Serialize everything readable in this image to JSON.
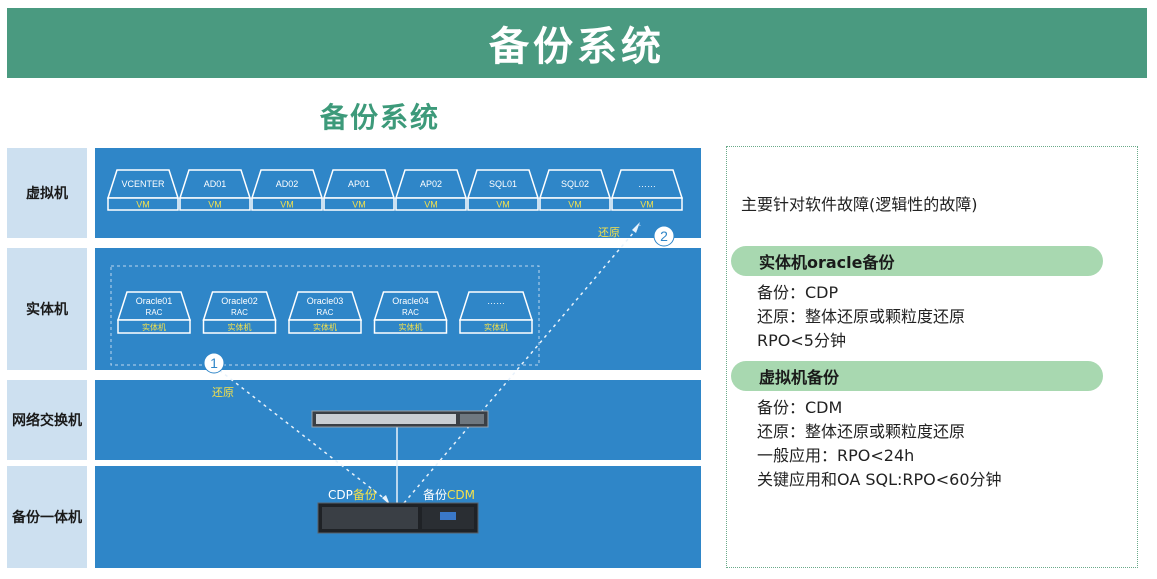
{
  "banner_title": "备份系统",
  "subtitle": "备份系统",
  "rows": [
    {
      "label": "虚拟机"
    },
    {
      "label": "实体机"
    },
    {
      "label": "网络交换机"
    },
    {
      "label": "备份一体机"
    }
  ],
  "vms": [
    {
      "name": "VCENTER",
      "tag": "VM"
    },
    {
      "name": "AD01",
      "tag": "VM"
    },
    {
      "name": "AD02",
      "tag": "VM"
    },
    {
      "name": "AP01",
      "tag": "VM"
    },
    {
      "name": "AP02",
      "tag": "VM"
    },
    {
      "name": "SQL01",
      "tag": "VM"
    },
    {
      "name": "SQL02",
      "tag": "VM"
    },
    {
      "name": "……",
      "tag": "VM"
    }
  ],
  "physicals": [
    {
      "name": "Oracle01",
      "sub": "RAC",
      "tag": "实体机"
    },
    {
      "name": "Oracle02",
      "sub": "RAC",
      "tag": "实体机"
    },
    {
      "name": "Oracle03",
      "sub": "RAC",
      "tag": "实体机"
    },
    {
      "name": "Oracle04",
      "sub": "RAC",
      "tag": "实体机"
    },
    {
      "name": "……",
      "sub": "",
      "tag": "实体机"
    }
  ],
  "annotations": {
    "restore_top": "还原",
    "restore_bottom": "还原",
    "step1": "1",
    "step2": "2",
    "cdp_backup_prefix": "CDP",
    "cdp_backup_suffix": "备份",
    "cdm_backup_prefix": "备份",
    "cdm_backup_suffix": "CDM"
  },
  "right_panel": {
    "intro": "主要针对软件故障(逻辑性的故障)",
    "section1": {
      "title": "实体机oracle备份",
      "lines": [
        "备份：CDP",
        "还原：整体还原或颗粒度还原",
        "RPO<5分钟"
      ]
    },
    "section2": {
      "title": "虚拟机备份",
      "lines": [
        "备份：CDM",
        "还原：整体还原或颗粒度还原",
        "一般应用：RPO<24h",
        "关键应用和OA SQL:RPO<60分钟"
      ]
    }
  },
  "colors": {
    "banner": "#4a9a80",
    "band": "#2f86c8",
    "label_bg": "#cde0f0",
    "tag_yellow": "#f5e14a",
    "pill": "#a8d8b0"
  }
}
